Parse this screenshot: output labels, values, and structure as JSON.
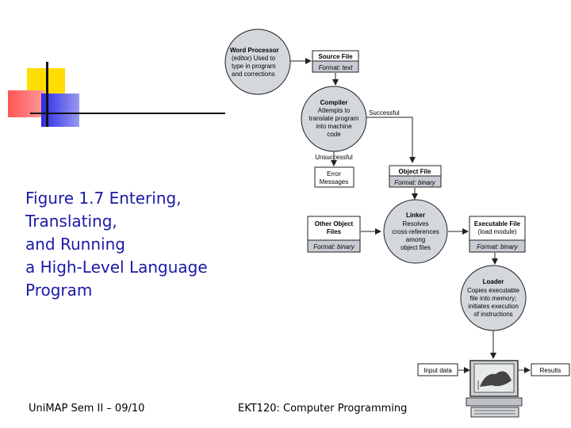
{
  "caption": {
    "lines": [
      "Figure 1.7  Entering,",
      "Translating,",
      "and Running",
      "a High-Level Language",
      "Program"
    ]
  },
  "footer": {
    "left": "UniMAP Sem II – 09/10",
    "center": "EKT120: Computer Programming"
  },
  "diagram": {
    "word_processor": {
      "title": "Word Processor",
      "lines": [
        "(editor) Used to",
        "type in program",
        "and corrections"
      ]
    },
    "source_file": {
      "title": "Source File",
      "format": "Format: text"
    },
    "compiler": {
      "title": "Compiler",
      "lines": [
        "Attempts to",
        "translate program",
        "into machine",
        "code"
      ]
    },
    "successful": "Successful",
    "unsuccessful": "Unsuccessful",
    "error_messages": {
      "lines": [
        "Error",
        "Messages"
      ]
    },
    "object_file": {
      "title": "Object File",
      "format": "Format: binary"
    },
    "other_object_files": {
      "lines": [
        "Other Object",
        "Files"
      ],
      "format": "Format: binary"
    },
    "linker": {
      "title": "Linker",
      "lines": [
        "Resolves",
        "cross-references",
        "among",
        "object files"
      ]
    },
    "executable_file": {
      "title": "Executable File",
      "subtitle": "(load module)",
      "format": "Format: binary"
    },
    "loader": {
      "title": "Loader",
      "lines": [
        "Copies executable",
        "file into memory;",
        "initiates execution",
        "of instructions"
      ]
    },
    "input_data": "Input data",
    "results": "Results"
  },
  "colors": {
    "caption_text": "#1a1aa6",
    "box_fill": "#c8ccd2",
    "box_header": "#ffffff",
    "circle_fill": "#d4d8dc",
    "deco_yellow": "#ffdd00",
    "deco_red": "#ff4444",
    "deco_blue": "#3333ee"
  }
}
